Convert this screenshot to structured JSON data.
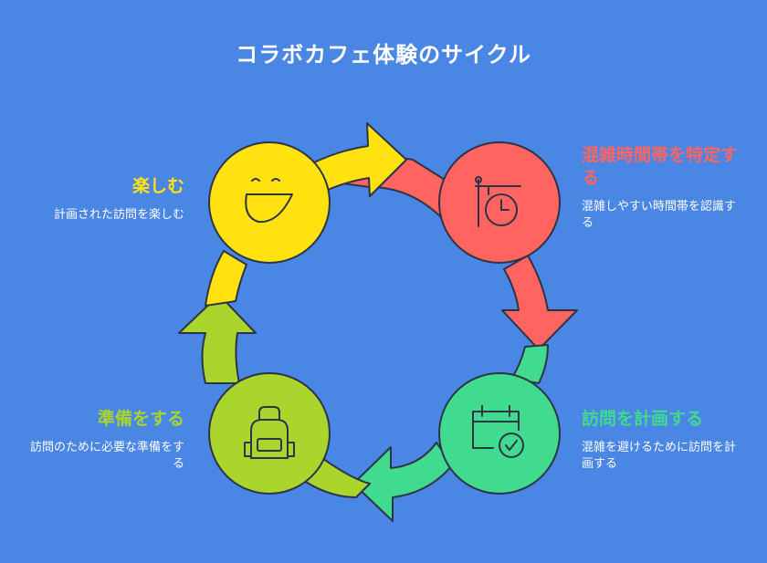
{
  "title": "コラボカフェ体験のサイクル",
  "colors": {
    "background": "#4a86e3",
    "yellow": "#ffe20f",
    "red": "#ff6460",
    "green": "#40db8e",
    "lime": "#a9d52d",
    "outline": "#2d3446"
  },
  "steps": [
    {
      "id": "identify",
      "heading": "混雑時間帯を特定する",
      "description": "混雑しやすい時間帯を認識する",
      "color": "#ff6460",
      "icon": "clock-signpost-icon"
    },
    {
      "id": "plan",
      "heading": "訪問を計画する",
      "description": "混雑を避けるために訪問を計画する",
      "color": "#40db8e",
      "icon": "calendar-check-icon"
    },
    {
      "id": "prepare",
      "heading": "準備をする",
      "description": "訪問のために必要な準備をする",
      "color": "#a9d52d",
      "icon": "backpack-icon"
    },
    {
      "id": "enjoy",
      "heading": "楽しむ",
      "description": "計画された訪問を楽しむ",
      "color": "#ffe20f",
      "icon": "smiling-face-icon"
    }
  ]
}
